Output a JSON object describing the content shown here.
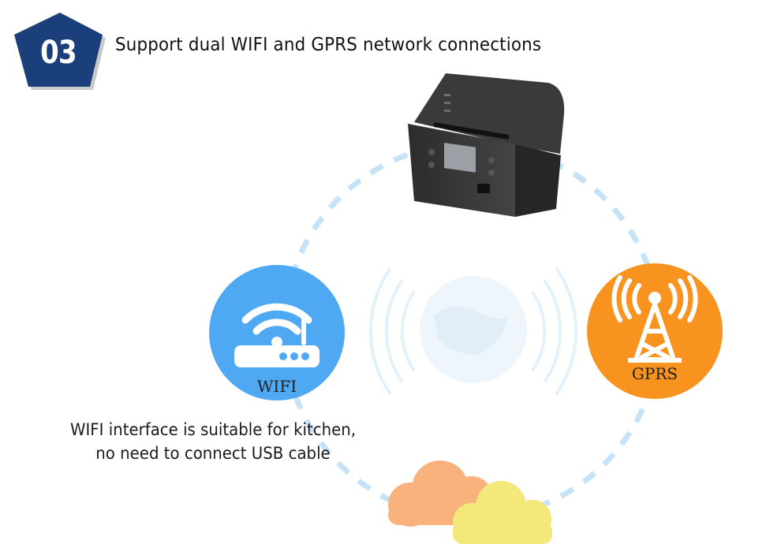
{
  "badge": {
    "number": "03",
    "color": "#1b3f7a"
  },
  "headline": "Support dual WIFI and GPRS network connections",
  "wifi": {
    "label": "WIFI",
    "color": "#4ea8f2",
    "icon": "wifi-router-icon"
  },
  "gprs": {
    "label": "GPRS",
    "color": "#f7931e",
    "icon": "cell-tower-icon"
  },
  "description": {
    "line1": "WIFI interface is suitable for kitchen,",
    "line2": "no need to connect USB cable"
  },
  "ring_color": "#c6e2f7",
  "cloud_colors": {
    "orange": "#f9b27c",
    "yellow": "#f3e879"
  }
}
